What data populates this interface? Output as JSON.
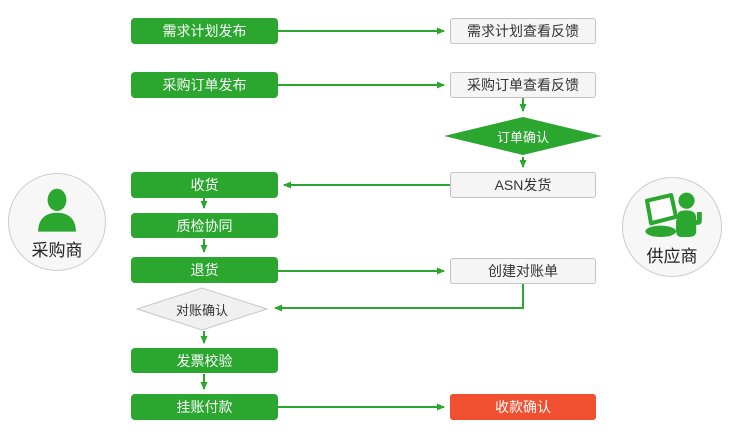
{
  "diagram": {
    "title": "procurement-collaboration-flow",
    "colors": {
      "green": "#2BA62F",
      "red": "#F05030",
      "light_node_bg": "#f5f5f5",
      "light_node_border": "#c3c3c3",
      "decision_light_bg": "#f0f0f0",
      "decision_light_border": "#c8c8c8",
      "actor_circle_bg": "#f7f7f7",
      "actor_circle_border": "#cccccc",
      "text_on_green": "#ffffff",
      "text_dark": "#333333"
    },
    "actors": {
      "buyer": {
        "label": "采购商",
        "icon": "person-icon"
      },
      "supplier": {
        "label": "供应商",
        "icon": "person-laptop-icon"
      }
    },
    "nodes": {
      "demand_plan_publish": {
        "label": "需求计划发布",
        "style": "green",
        "type": "process"
      },
      "po_publish": {
        "label": "采购订单发布",
        "style": "green",
        "type": "process"
      },
      "receive": {
        "label": "收货",
        "style": "green",
        "type": "process"
      },
      "quality_sync": {
        "label": "质检协同",
        "style": "green",
        "type": "process"
      },
      "returns": {
        "label": "退货",
        "style": "green",
        "type": "process"
      },
      "recon_confirm": {
        "label": "对账确认",
        "style": "light",
        "type": "decision"
      },
      "invoice_check": {
        "label": "发票校验",
        "style": "green",
        "type": "process"
      },
      "payment": {
        "label": "挂账付款",
        "style": "green",
        "type": "process"
      },
      "demand_plan_view": {
        "label": "需求计划查看反馈",
        "style": "light",
        "type": "process"
      },
      "po_view": {
        "label": "采购订单查看反馈",
        "style": "light",
        "type": "process"
      },
      "order_confirm": {
        "label": "订单确认",
        "style": "green",
        "type": "decision"
      },
      "asn_ship": {
        "label": "ASN发货",
        "style": "light",
        "type": "process"
      },
      "create_statement": {
        "label": "创建对账单",
        "style": "light",
        "type": "process"
      },
      "receipt_confirm": {
        "label": "收款确认",
        "style": "red",
        "type": "process"
      }
    },
    "edges": [
      {
        "from": "需求计划发布",
        "to": "需求计划查看反馈"
      },
      {
        "from": "采购订单发布",
        "to": "采购订单查看反馈"
      },
      {
        "from": "采购订单查看反馈",
        "to": "订单确认"
      },
      {
        "from": "订单确认",
        "to": "ASN发货"
      },
      {
        "from": "ASN发货",
        "to": "收货"
      },
      {
        "from": "收货",
        "to": "质检协同"
      },
      {
        "from": "质检协同",
        "to": "退货"
      },
      {
        "from": "退货",
        "to": "创建对账单"
      },
      {
        "from": "创建对账单",
        "to": "对账确认"
      },
      {
        "from": "对账确认",
        "to": "发票校验"
      },
      {
        "from": "发票校验",
        "to": "挂账付款"
      },
      {
        "from": "挂账付款",
        "to": "收款确认"
      }
    ]
  }
}
